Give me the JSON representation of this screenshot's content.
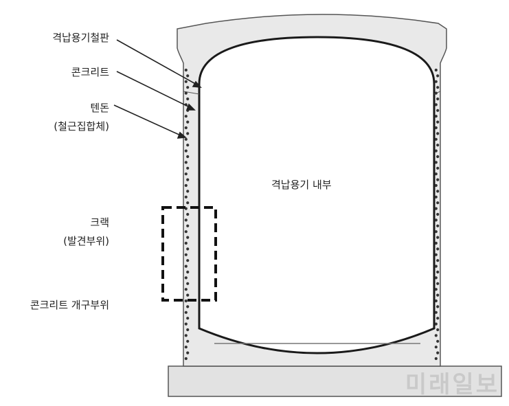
{
  "labels": {
    "liner": "격납용기철판",
    "concrete": "콘크리트",
    "tendon_1": "텐돈",
    "tendon_2": "(철근집합체)",
    "interior": "격납용기 내부",
    "crack_1": "크랙",
    "crack_2": "(발견부위)",
    "opening": "콘크리트 개구부위"
  },
  "watermark": "미래일보",
  "colors": {
    "wall_fill": "#e8e8e8",
    "outline": "#555555",
    "liner": "#1a1a1a",
    "tendon": "#333333",
    "crack_box": "#111111"
  }
}
